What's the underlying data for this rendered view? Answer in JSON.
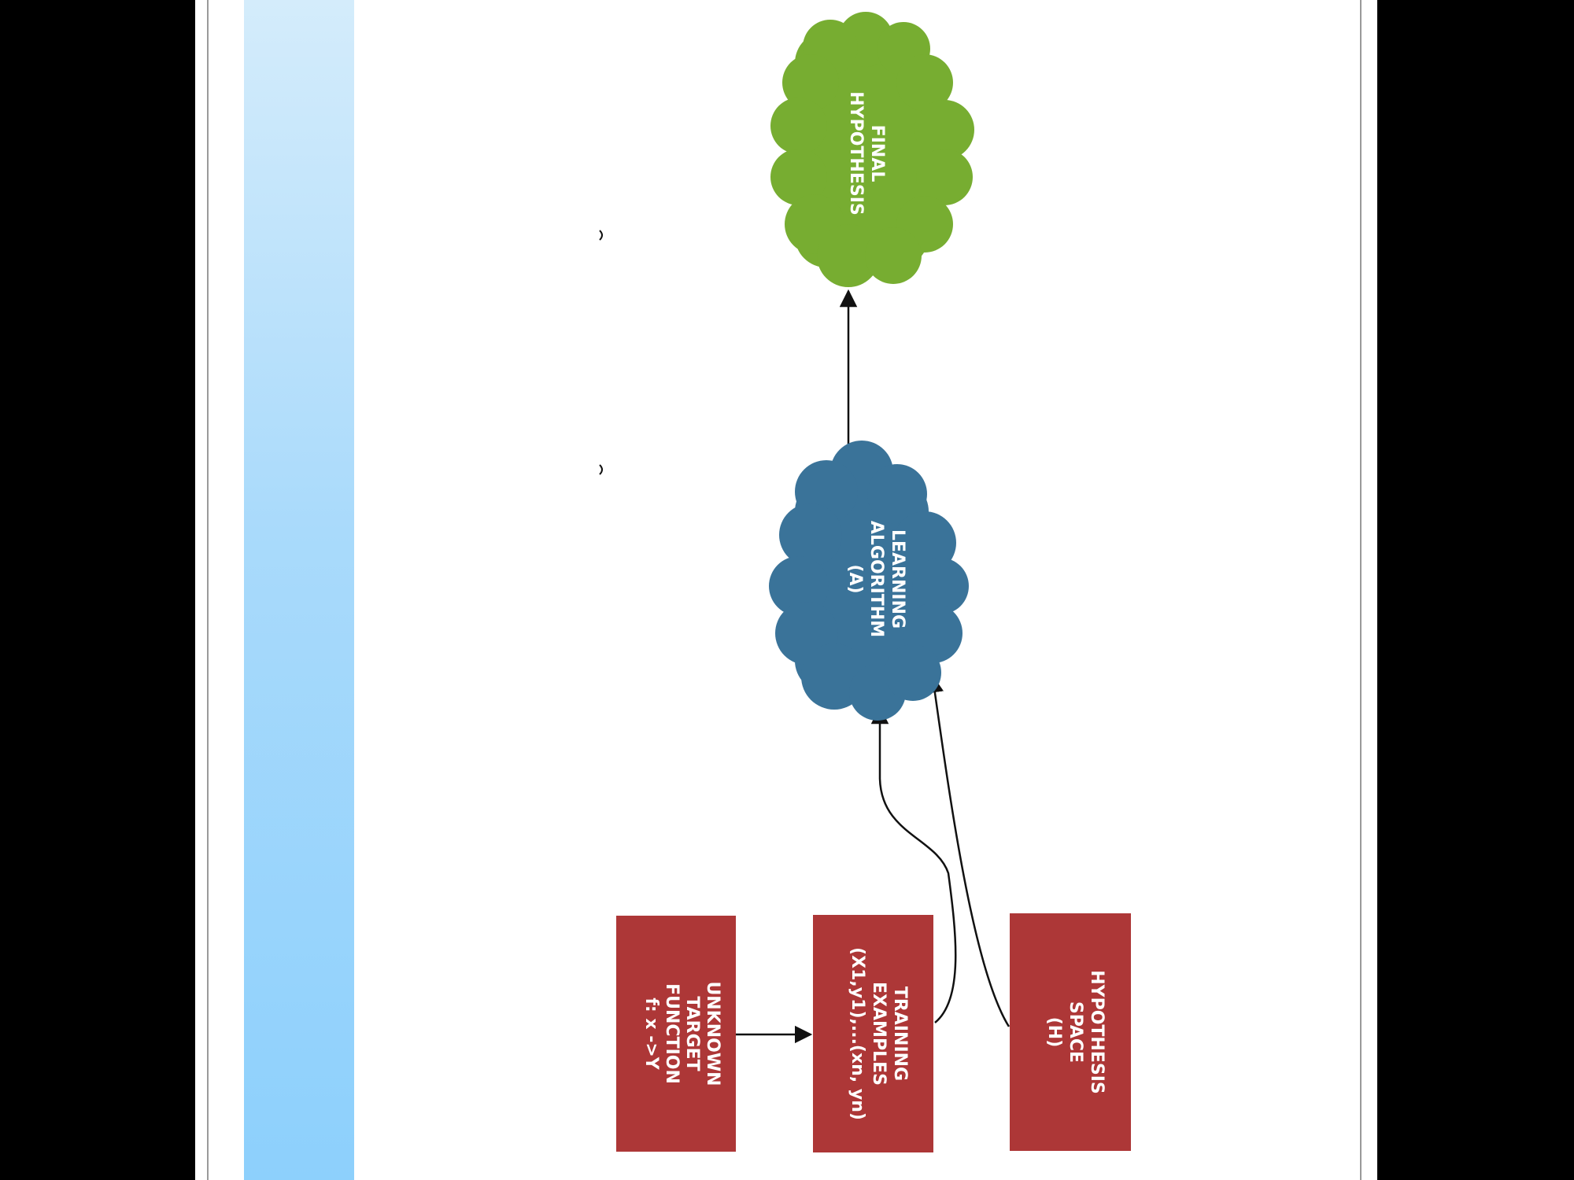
{
  "colors": {
    "box": "#ad3737",
    "learning_cloud": "#3a7399",
    "final_cloud": "#77ad31",
    "arrow": "#111111",
    "label_text": "#ffffff"
  },
  "nodes": {
    "unknown_target": {
      "line1": "UNKNOWN",
      "line2": "TARGET",
      "line3": "FUNCTION",
      "line4": "f: x ->Y"
    },
    "training_examples": {
      "line1": "TRAINING",
      "line2": "EXAMPLES",
      "line3": "(X1,y1),...(xn, yn)"
    },
    "hypothesis_space": {
      "line1": "HYPOTHESIS",
      "line2": "SPACE",
      "line3": "(H)"
    },
    "learning_algorithm": {
      "line1": "LEARNING",
      "line2": "ALGORITHM",
      "line3": "(A)"
    },
    "final_hypothesis": {
      "line1": "FINAL",
      "line2": "HYPOTHESIS"
    }
  }
}
